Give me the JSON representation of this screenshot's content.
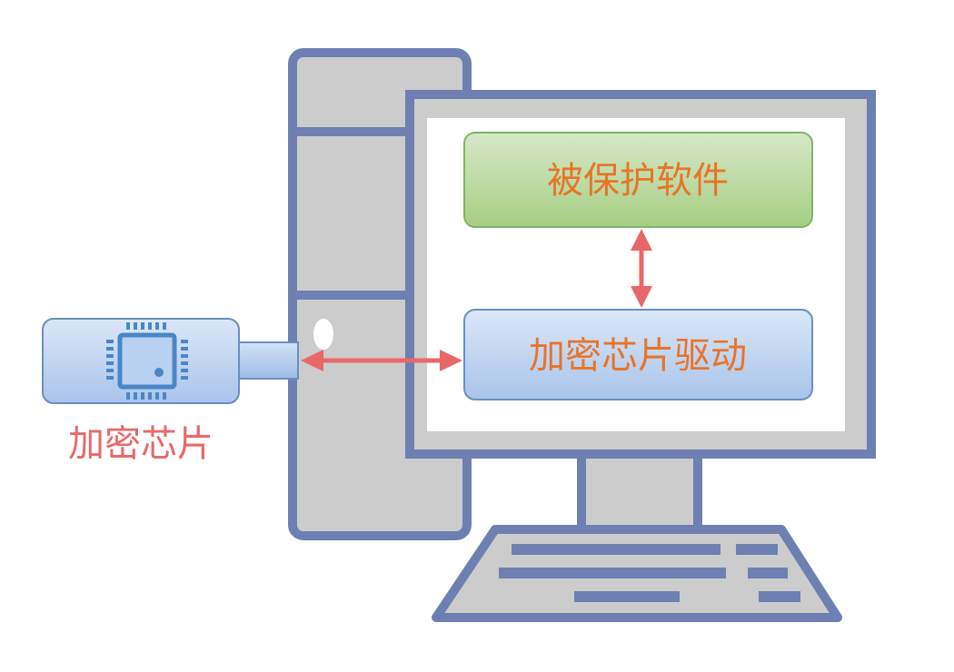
{
  "software_box": {
    "label": "被保护软件",
    "fill_top": "#d6e8c8",
    "fill_bottom": "#a6cf83",
    "stroke": "#82b366",
    "text_color": "#e8742a"
  },
  "driver_box": {
    "label": "加密芯片驱动",
    "fill_top": "#dbe7f8",
    "fill_bottom": "#a9c4ea",
    "stroke": "#6c8ebf",
    "text_color": "#e8742a"
  },
  "chip_label": {
    "text": "加密芯片",
    "color": "#e8686a"
  },
  "colors": {
    "computer_outline": "#6d80b1",
    "computer_fill": "#cccccc",
    "screen": "#ffffff",
    "arrow": "#e8686a",
    "chip_icon": "#4a86c8",
    "usb_fill": "#b9d1f0"
  }
}
